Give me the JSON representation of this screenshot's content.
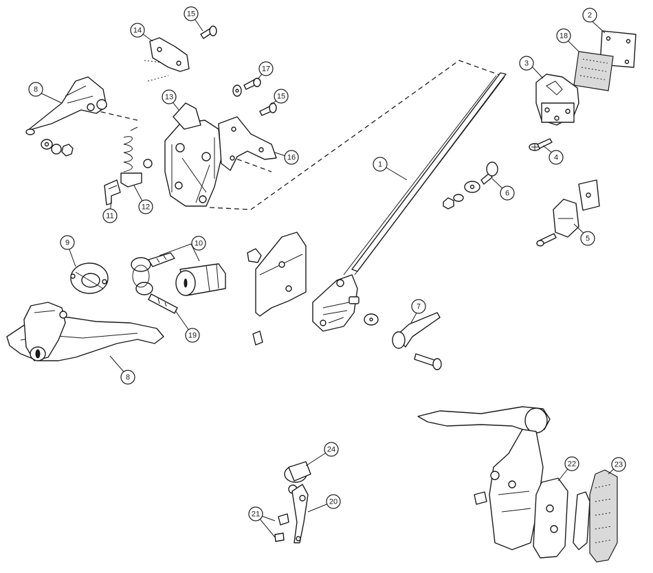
{
  "callouts": [
    {
      "label": "1"
    },
    {
      "label": "2"
    },
    {
      "label": "3"
    },
    {
      "label": "4"
    },
    {
      "label": "5"
    },
    {
      "label": "6"
    },
    {
      "label": "7"
    },
    {
      "label": "8"
    },
    {
      "label": "8"
    },
    {
      "label": "9"
    },
    {
      "label": "10"
    },
    {
      "label": "11"
    },
    {
      "label": "12"
    },
    {
      "label": "13"
    },
    {
      "label": "14"
    },
    {
      "label": "15"
    },
    {
      "label": "15"
    },
    {
      "label": "16"
    },
    {
      "label": "17"
    },
    {
      "label": "18"
    },
    {
      "label": "19"
    },
    {
      "label": "20"
    },
    {
      "label": "21"
    },
    {
      "label": "22"
    },
    {
      "label": "23"
    },
    {
      "label": "24"
    }
  ]
}
